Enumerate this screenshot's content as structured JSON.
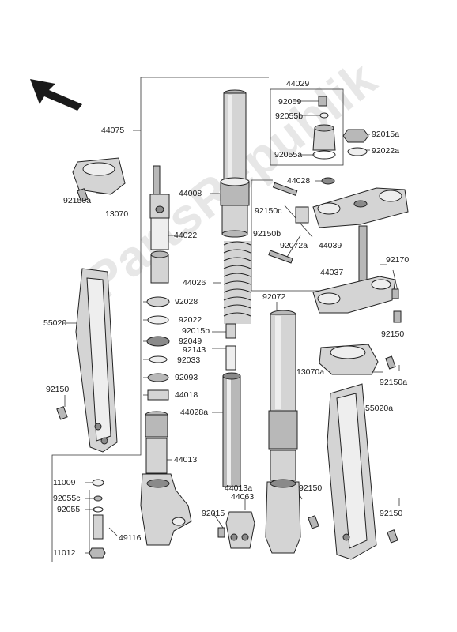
{
  "watermark": "PartsRepublik",
  "orientation_arrow": "arrow-up-left-icon",
  "part_labels": {
    "p44029": "44029",
    "p92009": "92009",
    "p92055b": "92055b",
    "p92055a": "92055a",
    "p44028": "44028",
    "p92015a": "92015a",
    "p92022a": "92022a",
    "p44075": "44075",
    "p44008": "44008",
    "p92150c": "92150c",
    "p92072a": "92072a",
    "p44039": "44039",
    "p92150a_top": "92150a",
    "p13070": "13070",
    "p44022": "44022",
    "p92150b": "92150b",
    "p92170": "92170",
    "p44026": "44026",
    "p44037": "44037",
    "p92072": "92072",
    "p55020": "55020",
    "p92028": "92028",
    "p92022": "92022",
    "p92015b": "92015b",
    "p92049": "92049",
    "p92143": "92143",
    "p92033": "92033",
    "p92150_r1": "92150",
    "p13070a": "13070a",
    "p92093": "92093",
    "p92150a_r": "92150a",
    "p92150_l": "92150",
    "p44018": "44018",
    "p44028a": "44028a",
    "p55020a": "55020a",
    "p44013": "44013",
    "p11009": "11009",
    "p92055c": "92055c",
    "p92055": "92055",
    "p44013a": "44013a",
    "p44063": "44063",
    "p92015": "92015",
    "p92150_bm": "92150",
    "p92150_br": "92150",
    "p49116": "49116",
    "p11012": "11012"
  }
}
